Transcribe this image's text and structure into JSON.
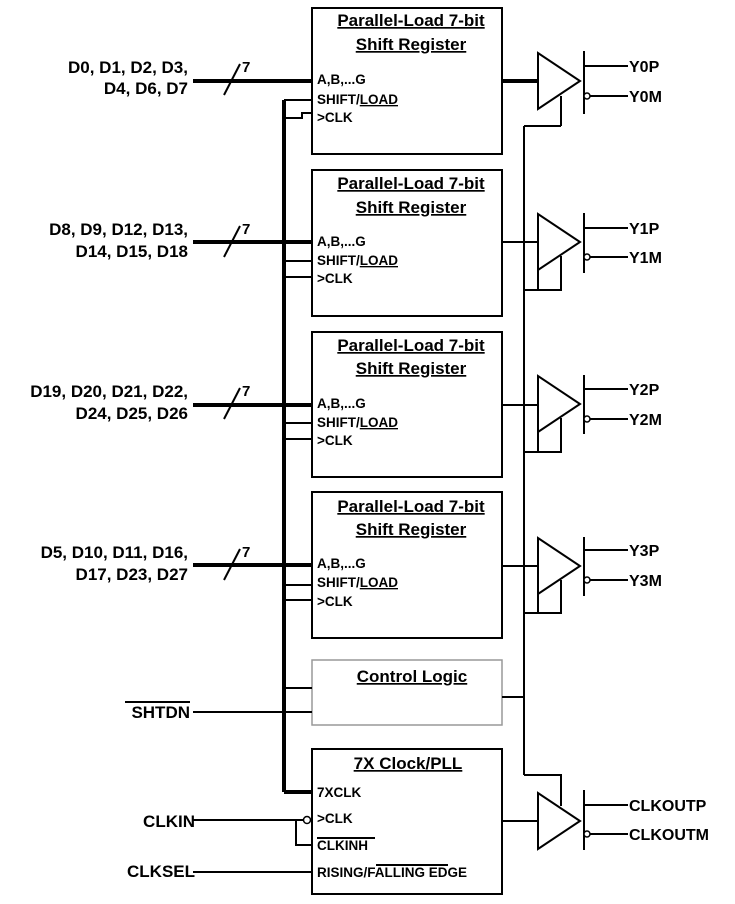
{
  "shift_registers": [
    {
      "title_line1": "Parallel-Load 7-bit",
      "title_line2": "Shift Register",
      "pin_data": "A,B,...G",
      "pin_shift": "SHIFT/",
      "pin_load": "LOAD",
      "pin_clk": ">CLK",
      "inputs_line1": "D0, D1, D2, D3,",
      "inputs_line2": "D4, D6, D7",
      "bus_width": "7",
      "out_p": "Y0P",
      "out_m": "Y0M"
    },
    {
      "title_line1": "Parallel-Load 7-bit",
      "title_line2": "Shift Register",
      "pin_data": "A,B,...G",
      "pin_shift": "SHIFT/",
      "pin_load": "LOAD",
      "pin_clk": ">CLK",
      "inputs_line1": "D8, D9, D12, D13,",
      "inputs_line2": "D14, D15, D18",
      "bus_width": "7",
      "out_p": "Y1P",
      "out_m": "Y1M"
    },
    {
      "title_line1": "Parallel-Load 7-bit",
      "title_line2": "Shift Register",
      "pin_data": "A,B,...G",
      "pin_shift": "SHIFT/",
      "pin_load": "LOAD",
      "pin_clk": ">CLK",
      "inputs_line1": "D19, D20, D21, D22,",
      "inputs_line2": "D24, D25, D26",
      "bus_width": "7",
      "out_p": "Y2P",
      "out_m": "Y2M"
    },
    {
      "title_line1": "Parallel-Load 7-bit",
      "title_line2": "Shift Register",
      "pin_data": "A,B,...G",
      "pin_shift": "SHIFT/",
      "pin_load": "LOAD",
      "pin_clk": ">CLK",
      "inputs_line1": "D5, D10, D11, D16,",
      "inputs_line2": "D17, D23, D27",
      "bus_width": "7",
      "out_p": "Y3P",
      "out_m": "Y3M"
    }
  ],
  "control_logic": {
    "title": "Control Logic",
    "input": "SHTDN"
  },
  "pll": {
    "title": "7X Clock/PLL",
    "pin_7xclk": "7XCLK",
    "pin_clk": ">CLK",
    "pin_clkinh": "CLKINH",
    "pin_edge_rising": "RISING/",
    "pin_edge_falling": "FALLING",
    "pin_edge_suffix": " EDGE",
    "input_clkin": "CLKIN",
    "input_clksel": "CLKSEL",
    "out_p": "CLKOUTP",
    "out_m": "CLKOUTM"
  },
  "colors": {
    "line": "#000000",
    "control_border": "#999999",
    "background": "#ffffff"
  }
}
